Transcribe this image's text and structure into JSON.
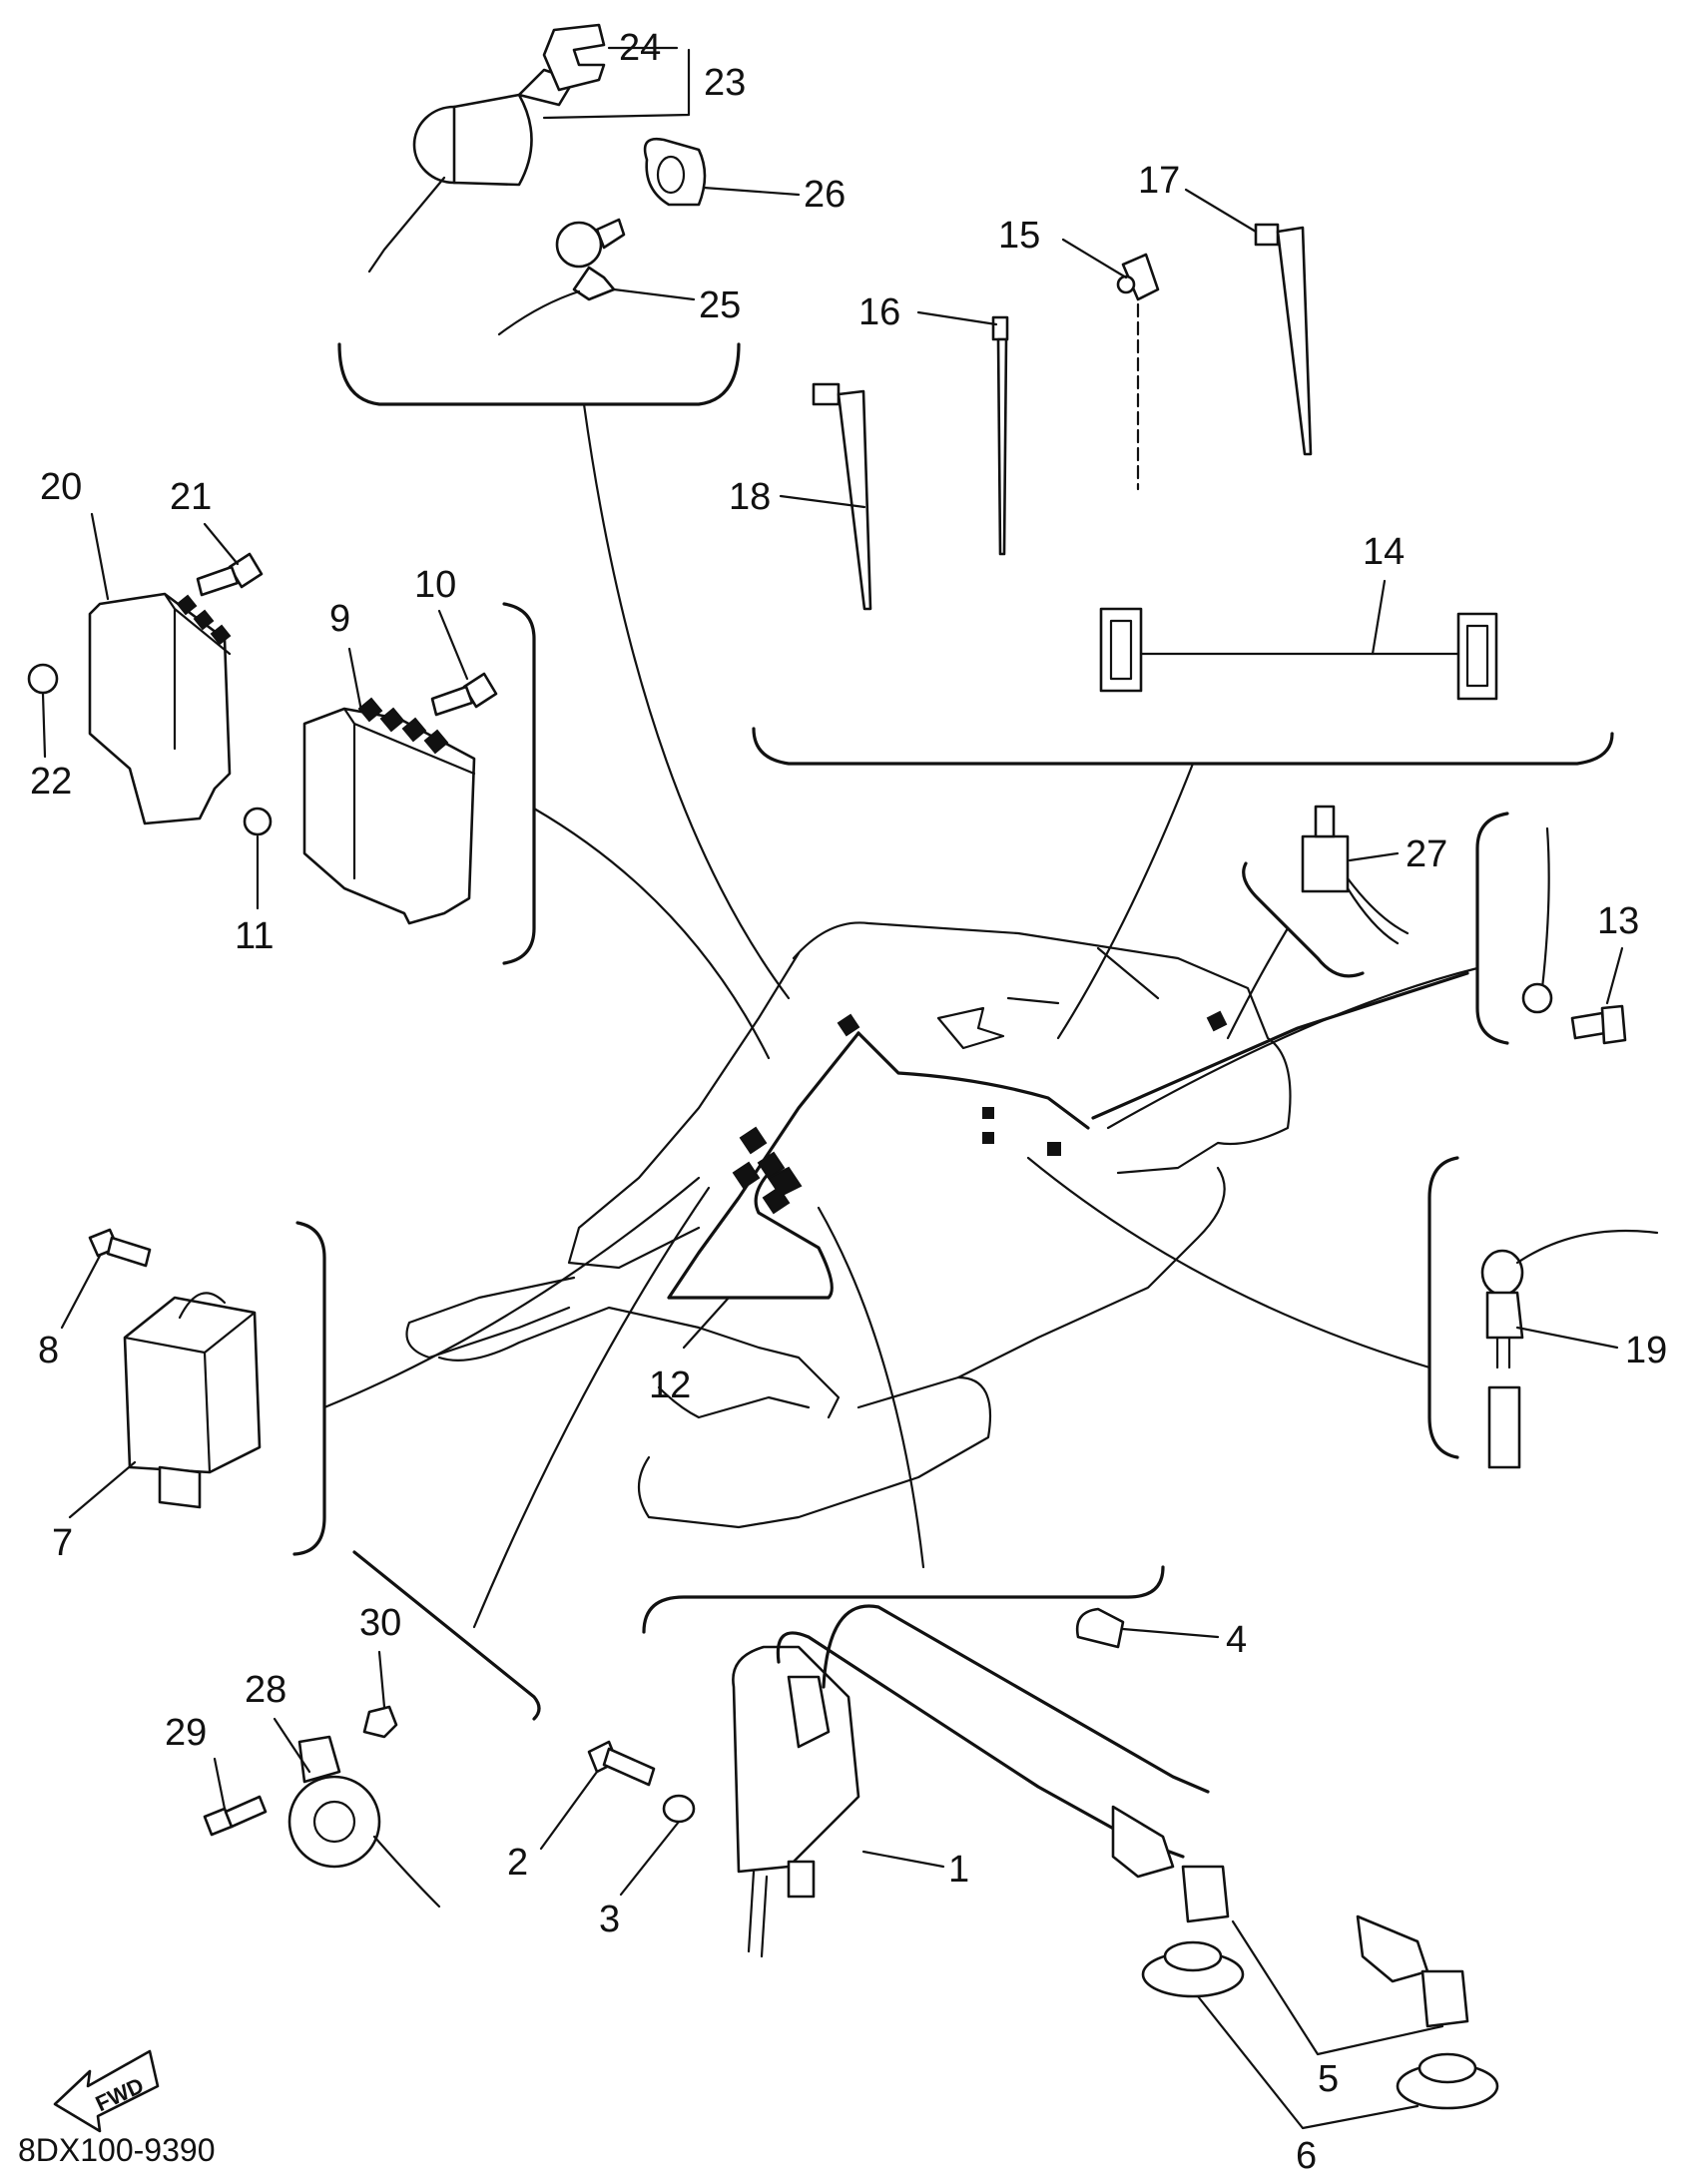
{
  "diagram_code": "8DX100-9390",
  "direction_label": "FWD",
  "callouts": [
    "1",
    "2",
    "3",
    "4",
    "5",
    "6",
    "7",
    "8",
    "9",
    "10",
    "11",
    "12",
    "13",
    "14",
    "15",
    "16",
    "17",
    "18",
    "19",
    "20",
    "21",
    "22",
    "23",
    "24",
    "25",
    "26",
    "27",
    "28",
    "29",
    "30"
  ]
}
